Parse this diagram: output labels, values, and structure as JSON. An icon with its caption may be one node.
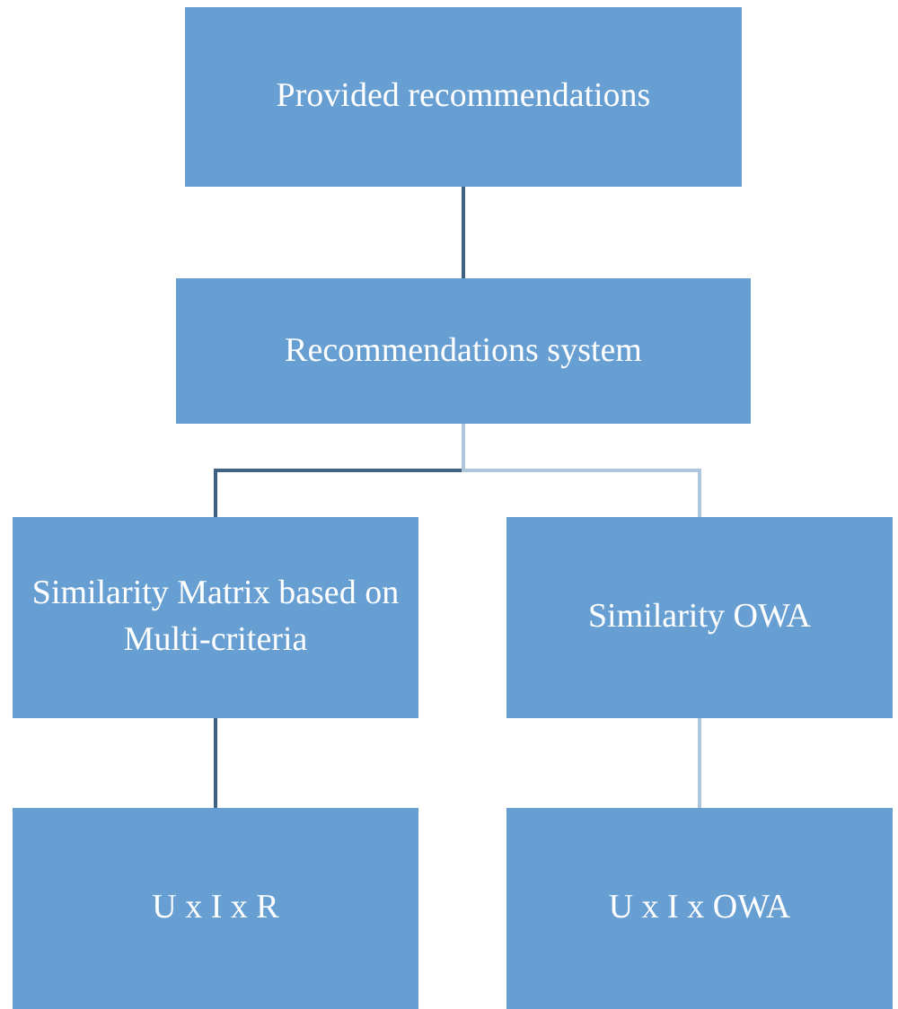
{
  "diagram": {
    "nodes": [
      {
        "text": [
          "Provided recommendations"
        ]
      },
      {
        "text": [
          "Recommendations system"
        ]
      },
      {
        "text": [
          "Similarity Matrix based on Multi-criteria"
        ]
      },
      {
        "text": [
          "Similarity OWA"
        ]
      },
      {
        "text": [
          "U x I x R"
        ]
      },
      {
        "text": [
          "U x I x OWA"
        ]
      }
    ],
    "edges": [
      {
        "from": 0,
        "to": 1,
        "arrow": "none"
      },
      {
        "from": 1,
        "to": 2,
        "arrow": "none"
      },
      {
        "from": 1,
        "to": 3,
        "arrow": "none",
        "color": "#aec6dc"
      },
      {
        "from": 2,
        "to": 4,
        "arrow": "none"
      },
      {
        "from": 3,
        "to": 5,
        "arrow": "none",
        "color": "#aec6dc"
      }
    ]
  }
}
